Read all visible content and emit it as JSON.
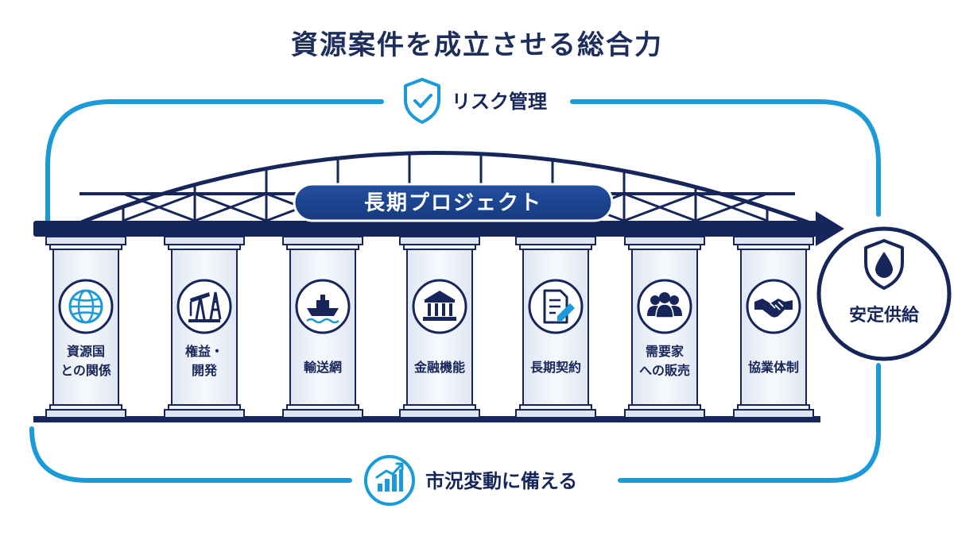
{
  "title": "資源案件を成立させる総合力",
  "top_loop": {
    "label": "リスク管理",
    "icon": "shield-check-icon"
  },
  "bottom_loop": {
    "label": "市況変動に備える",
    "icon": "growth-chart-icon"
  },
  "banner": {
    "label": "長期プロジェクト"
  },
  "pillars": [
    {
      "lines": [
        "資源国",
        "との関係"
      ],
      "icon": "globe-icon"
    },
    {
      "lines": [
        "権益・",
        "開発"
      ],
      "icon": "oil-pump-icon"
    },
    {
      "lines": [
        "輸送網"
      ],
      "icon": "ship-icon"
    },
    {
      "lines": [
        "金融機能"
      ],
      "icon": "bank-icon"
    },
    {
      "lines": [
        "長期契約"
      ],
      "icon": "contract-icon"
    },
    {
      "lines": [
        "需要家",
        "への販売"
      ],
      "icon": "people-group-icon"
    },
    {
      "lines": [
        "協業体制"
      ],
      "icon": "handshake-icon"
    }
  ],
  "goal": {
    "label": "安定供給",
    "icon": "water-shield-icon"
  },
  "colors": {
    "navy": "#16265a",
    "navy_banner": "#1b3c86",
    "accent_blue": "#1a9ad8",
    "pillar_fill": "#eef2f9"
  }
}
